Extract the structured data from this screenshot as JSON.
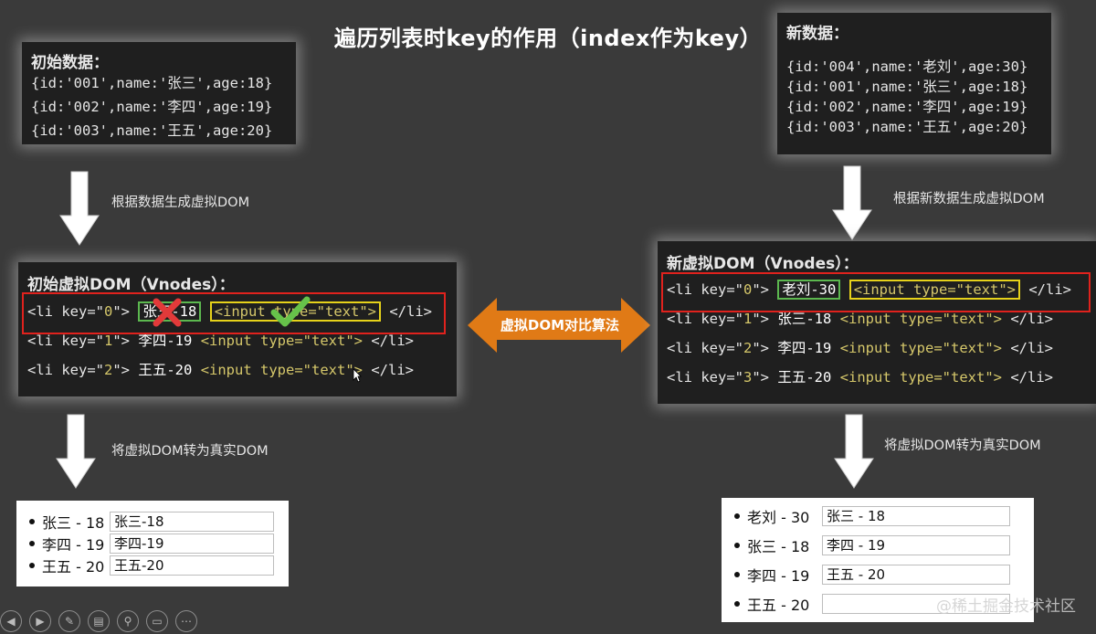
{
  "title": "遍历列表时key的作用（index作为key）",
  "initial_data": {
    "header": "初始数据：",
    "rows": [
      "{id:'001',name:'张三',age:18}",
      "{id:'002',name:'李四',age:19}",
      "{id:'003',name:'王五',age:20}"
    ]
  },
  "new_data": {
    "header": "新数据：",
    "rows": [
      "{id:'004',name:'老刘',age:30}",
      "{id:'001',name:'张三',age:18}",
      "{id:'002',name:'李四',age:19}",
      "{id:'003',name:'王五',age:20}"
    ]
  },
  "notes": {
    "left_gen": "根据数据生成虚拟DOM",
    "right_gen": "根据新数据生成虚拟DOM",
    "left_render": "将虚拟DOM转为真实DOM",
    "right_render": "将虚拟DOM转为真实DOM",
    "diff": "虚拟DOM对比算法"
  },
  "initial_vdom": {
    "header": "初始虚拟DOM（Vnodes）：",
    "li_open": "<li key=\"",
    "li_mid": "\"> ",
    "input_tag": "<input type=\"text\">",
    "li_close": " </li>",
    "rows": [
      {
        "key": "0",
        "text": "张三-18"
      },
      {
        "key": "1",
        "text": "李四-19"
      },
      {
        "key": "2",
        "text": "王五-20"
      }
    ]
  },
  "new_vdom": {
    "header": "新虚拟DOM（Vnodes）：",
    "rows": [
      {
        "key": "0",
        "text": "老刘-30"
      },
      {
        "key": "1",
        "text": "张三-18"
      },
      {
        "key": "2",
        "text": "李四-19"
      },
      {
        "key": "3",
        "text": "王五-20"
      }
    ]
  },
  "initial_real": [
    {
      "label": "张三 - 18",
      "input": "张三-18"
    },
    {
      "label": "李四 - 19",
      "input": "李四-19"
    },
    {
      "label": "王五 - 20",
      "input": "王五-20"
    }
  ],
  "new_real": [
    {
      "label": "老刘 - 30",
      "input": "张三 - 18"
    },
    {
      "label": "张三 - 18",
      "input": "李四 - 19"
    },
    {
      "label": "李四 - 19",
      "input": "王五 - 20"
    },
    {
      "label": "王五 - 20",
      "input": ""
    }
  ],
  "watermark": "@稀土掘金技术社区",
  "colors": {
    "red_box": "#e0221d",
    "green_box": "#5cb84f",
    "yellow_box": "#e6d21a",
    "diff_arrow": "#e07a16"
  },
  "icons": [
    "cross-icon",
    "check-icon",
    "cursor-icon"
  ]
}
